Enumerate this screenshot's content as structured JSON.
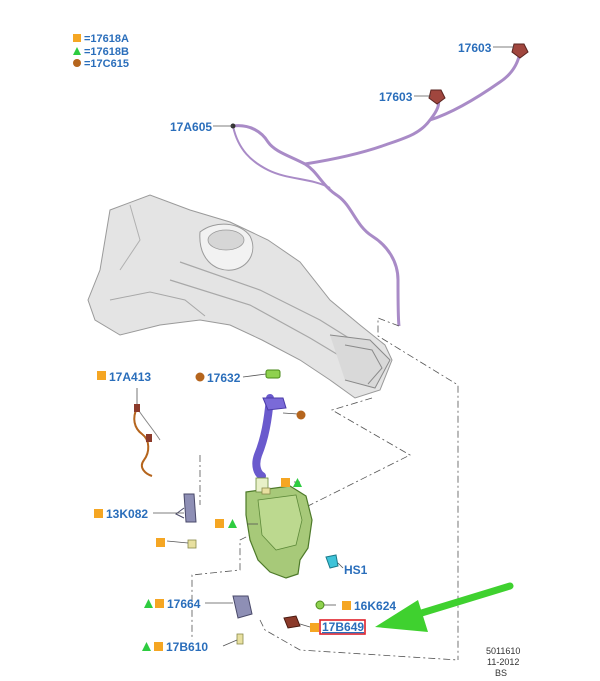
{
  "colors": {
    "label": "#2a6ebb",
    "square": "#f5a623",
    "triangle": "#2ecc40",
    "circle": "#b5651d",
    "hose": "#a98bc7",
    "reservoir": "#a7c979",
    "arrow": "#3fd12f",
    "highlight_box": "#e0202a"
  },
  "legend": [
    {
      "symbol": "square-icon",
      "text": "=17618A"
    },
    {
      "symbol": "triangle-icon",
      "text": "=17618B"
    },
    {
      "symbol": "circle-icon",
      "text": "=17C615"
    }
  ],
  "parts": {
    "p17603_top": "17603",
    "p17603_mid": "17603",
    "p17A605": "17A605",
    "p17A413": "17A413",
    "p17632": "17632",
    "p13K082": "13K082",
    "pHS1": "HS1",
    "p17664": "17664",
    "p16K624": "16K624",
    "p17B649": "17B649",
    "p17B610": "17B610"
  },
  "stamp": {
    "code": "5011610",
    "date": "11-2012",
    "initials": "BS"
  }
}
